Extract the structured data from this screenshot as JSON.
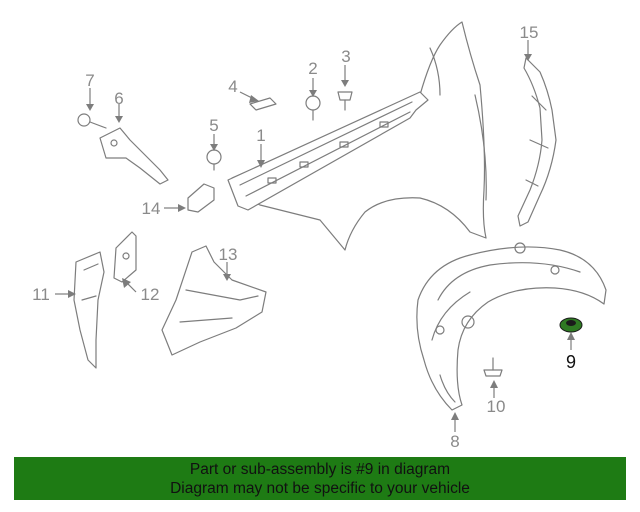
{
  "callouts": [
    "1",
    "2",
    "3",
    "4",
    "5",
    "6",
    "7",
    "8",
    "9",
    "10",
    "11",
    "12",
    "13",
    "14",
    "15"
  ],
  "highlight_part": "9",
  "highlight_color": "#2f7a23",
  "banner": {
    "line1": "Part or sub-assembly is #9 in diagram",
    "line2": "Diagram may not be specific to your vehicle",
    "color": "#1e7b14"
  }
}
